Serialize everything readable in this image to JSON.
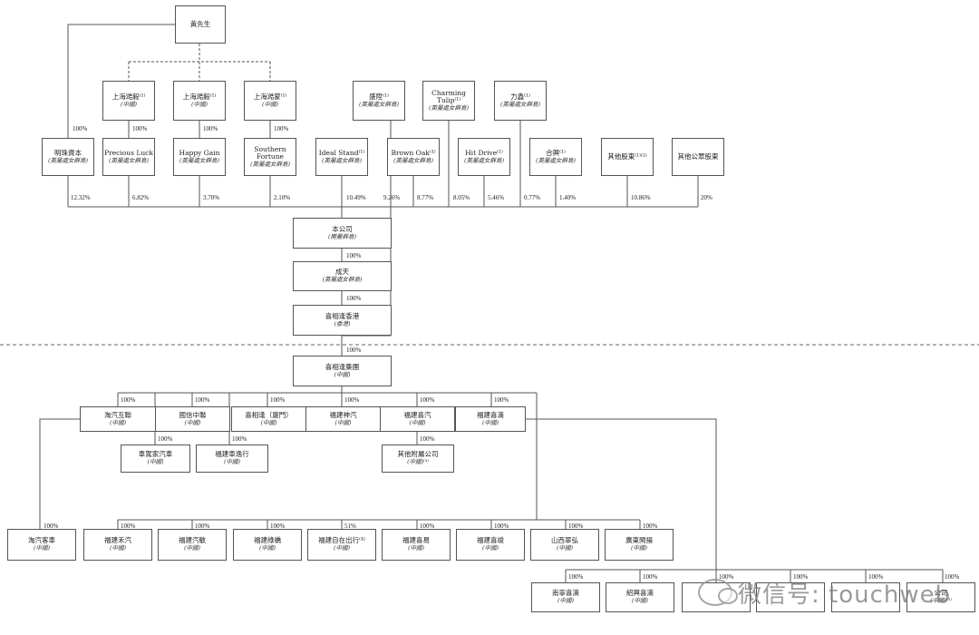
{
  "boxes": {
    "huang": {
      "name": "黃先生",
      "sub": ""
    },
    "sh_haoyi": {
      "name": "上海澔毅⁽¹⁾",
      "sub": "(中國)"
    },
    "sh_haoli": {
      "name": "上海澔毅⁽¹⁾",
      "sub": "(中國)"
    },
    "sh_haomeng": {
      "name": "上海澔蒙⁽¹⁾",
      "sub": "(中國)"
    },
    "shengsheng": {
      "name": "盛陞⁽¹⁾",
      "sub": "(英屬處女群島)"
    },
    "charming_tulip": {
      "name": "Charming Tulip⁽¹⁾",
      "sub": "(英屬處女群島)"
    },
    "lixin": {
      "name": "力鑫⁽¹⁾",
      "sub": "(英屬處女群島)"
    },
    "mingzhu": {
      "name": "明珠資本",
      "sub": "(英屬處女群島)"
    },
    "precious_luck": {
      "name": "Precious Luck",
      "sub": "(英屬處女群島)"
    },
    "happy_gain": {
      "name": "Happy Gain",
      "sub": "(英屬處女群島)"
    },
    "southern_fortune": {
      "name": "Southern Fortune",
      "sub": "(英屬處女群島)"
    },
    "ideal_stand": {
      "name": "Ideal Stand⁽¹⁾",
      "sub": "(英屬處女群島)"
    },
    "brown_oak": {
      "name": "Brown Oak⁽¹⁾",
      "sub": "(英屬處女群島)"
    },
    "hit_drive": {
      "name": "Hit Drive⁽¹⁾",
      "sub": "(英屬處女群島)"
    },
    "hexing": {
      "name": "合興⁽¹⁾",
      "sub": "(英屬處女群島)"
    },
    "other_shareholders": {
      "name": "其他股東⁽¹⁾⁽²⁾",
      "sub": ""
    },
    "public_shareholders": {
      "name": "其他公眾股東",
      "sub": ""
    },
    "company": {
      "name": "本公司",
      "sub": "(開曼群島)"
    },
    "chengtian": {
      "name": "成天",
      "sub": "(英屬處女群島)"
    },
    "hk": {
      "name": "喜相逢香港",
      "sub": "(香港)"
    },
    "group": {
      "name": "喜相逢集團",
      "sub": "(中國)"
    },
    "taoqi_hulian": {
      "name": "淘汽互聯",
      "sub": "(中國)"
    },
    "guoxin": {
      "name": "國信中聯",
      "sub": "(中國)"
    },
    "xiamen": {
      "name": "喜相逢（廈門）",
      "sub": "(中國)"
    },
    "shenqi": {
      "name": "福建神汽",
      "sub": "(中國)"
    },
    "xiqi": {
      "name": "福建喜汽",
      "sub": "(中國)"
    },
    "xishang": {
      "name": "福建喜滴",
      "sub": "(中國)"
    },
    "chejia": {
      "name": "車駕家汽車",
      "sub": "(中國)"
    },
    "cheyi": {
      "name": "福建車逸行",
      "sub": "(中國)"
    },
    "qita": {
      "name": "其他附屬公司",
      "sub": "(中國)⁽³⁾"
    },
    "taoqi_kec": {
      "name": "淘汽客車",
      "sub": "(中國)"
    },
    "heqi": {
      "name": "福建禾汽",
      "sub": "(中國)"
    },
    "qimin": {
      "name": "福建汽敏",
      "sub": "(中國)"
    },
    "luqiao": {
      "name": "福建綠橋",
      "sub": "(中國)"
    },
    "zizai": {
      "name": "福建自在出行⁽⁴⁾",
      "sub": "(中國)"
    },
    "xiyue": {
      "name": "福建喜易",
      "sub": "(中國)"
    },
    "xijun": {
      "name": "福建喜竣",
      "sub": "(中國)"
    },
    "shanxi": {
      "name": "山西翠弘",
      "sub": "(中國)"
    },
    "guangdong": {
      "name": "廣東閩揚",
      "sub": "(中國)"
    },
    "nanning": {
      "name": "南寧喜滴",
      "sub": "(中國)"
    },
    "shaoxing": {
      "name": "紹興喜滴",
      "sub": "(中國)"
    },
    "b1": {
      "name": "",
      "sub": ""
    },
    "b2": {
      "name": "",
      "sub": ""
    },
    "b3": {
      "name": "",
      "sub": ""
    },
    "b4": {
      "name": "公司",
      "sub": "(中國)⁽⁵⁾"
    }
  },
  "percentages": {
    "p_huang_mingzhu": "100%",
    "p_haoyi": "100%",
    "p_haoli": "100%",
    "p_haomeng": "100%",
    "s1": "12.32%",
    "s2": "6.82%",
    "s3": "3.70%",
    "s4": "2.10%",
    "s5": "10.49%",
    "s6": "9.26%",
    "s7": "8.77%",
    "s8": "8.05%",
    "s9": "5.46%",
    "s10": "0.77%",
    "s11": "1.40%",
    "s12": "10.86%",
    "s13": "20%",
    "p_company_chengtian": "100%",
    "p_chengtian_hk": "100%",
    "p_hk_group": "100%",
    "g1": "100%",
    "g2": "100%",
    "g3": "100%",
    "g4": "100%",
    "g5": "100%",
    "g6": "100%",
    "g_chejia": "100%",
    "g_cheyi": "100%",
    "g_qita": "100%",
    "r_taoqi": "100%",
    "r_heqi": "100%",
    "r_qimin": "100%",
    "r_luqiao": "100%",
    "r_zizai": "51%",
    "r_xiyue": "100%",
    "r_xijun": "100%",
    "r_shanxi": "100%",
    "r_guangdong": "100%",
    "b_nanning": "100%",
    "b_shaoxing": "100%",
    "b_b1": "100%",
    "b_b2": "100%",
    "b_b3": "100%",
    "b_b4": "100%"
  },
  "watermark": "微信号: touchweb"
}
